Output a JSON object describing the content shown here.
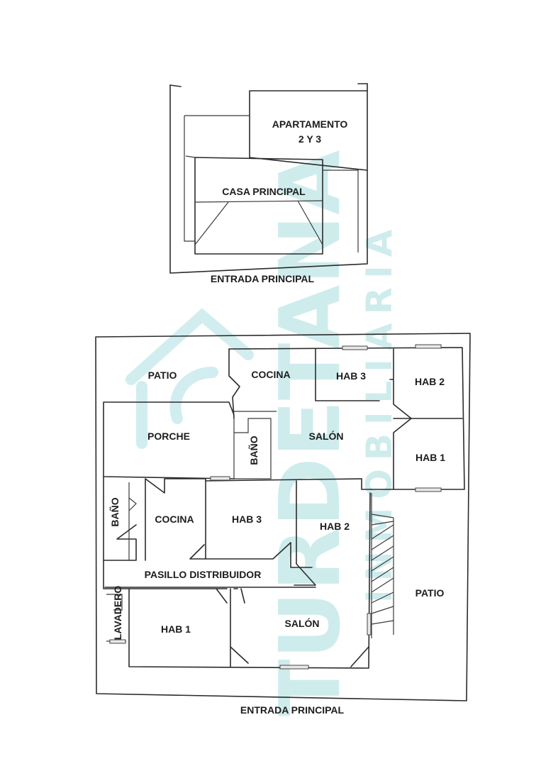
{
  "watermark": {
    "name": "TURDETANA",
    "subtitle": "INMOBILIARIA",
    "color": "#bfe6e8"
  },
  "top_plan": {
    "apartamento_line1": "APARTAMENTO",
    "apartamento_line2": "2 Y 3",
    "casa_principal": "CASA PRINCIPAL",
    "entrada": "ENTRADA PRINCIPAL"
  },
  "bottom_plan": {
    "upper": {
      "patio": "PATIO",
      "cocina": "COCINA",
      "hab3": "HAB  3",
      "hab2": "HAB  2",
      "porche": "PORCHE",
      "bano": "BAÑO",
      "salon": "SALÓN",
      "hab1": "HAB  1"
    },
    "lower": {
      "bano": "BAÑO",
      "cocina": "COCINA",
      "hab3": "HAB 3",
      "hab2": "HAB 2",
      "pasillo": "PASILLO DISTRIBUIDOR",
      "lavadero": "LAVADERO",
      "hab1": "HAB 1",
      "salon": "SALÓN",
      "patio": "PATIO"
    },
    "entrada": "ENTRADA PRINCIPAL"
  }
}
